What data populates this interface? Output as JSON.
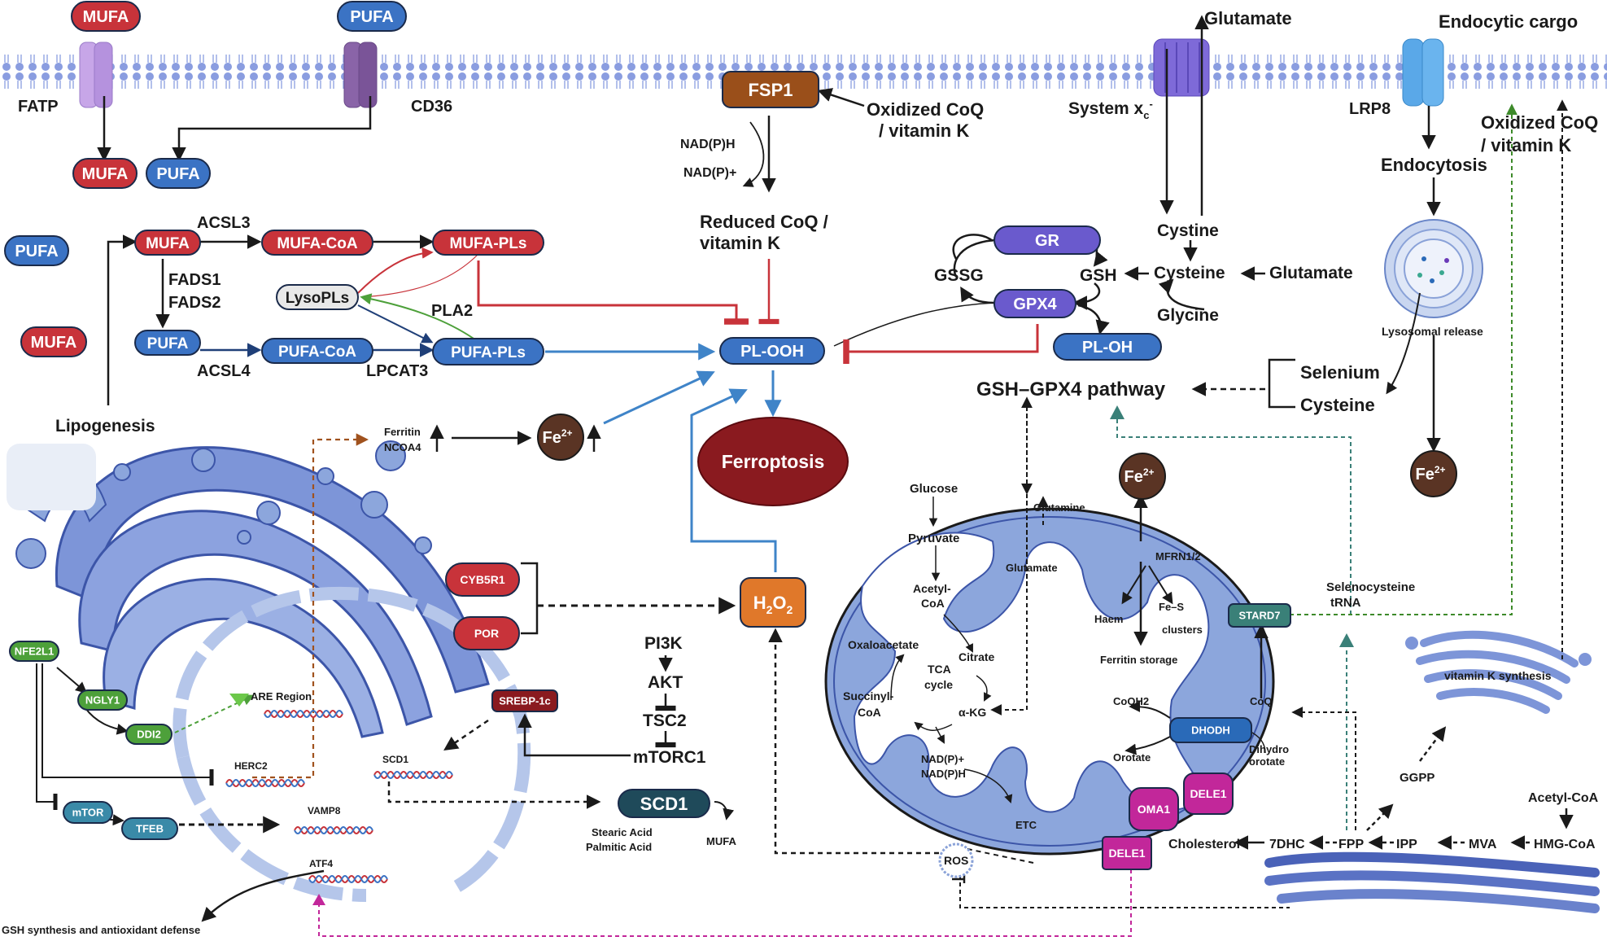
{
  "membrane": {
    "mufa_top": "MUFA",
    "pufa_top": "PUFA",
    "fatp": "FATP",
    "cd36": "CD36",
    "mufa_in": "MUFA",
    "pufa_in": "PUFA",
    "fsp1": "FSP1",
    "nadph": "NAD(P)H",
    "nadp": "NAD(P)+",
    "oxidized_coq_1": "Oxidized  CoQ",
    "oxidized_coq_2": "/ vitamin K",
    "reduced_coq_1": "Reduced  CoQ /",
    "reduced_coq_2": "vitamin K",
    "glutamate_top": "Glutamate",
    "system_xc": "System  x",
    "system_xc_sub": "c",
    "system_xc_sup": "-",
    "endocytic_cargo": "Endocytic cargo",
    "lrp8": "LRP8",
    "oxidized_coq_r1": "Oxidized  CoQ",
    "oxidized_coq_r2": "/ vitamin K",
    "endocytosis": "Endocytosis"
  },
  "lipids": {
    "pufa_free": "PUFA",
    "mufa_free": "MUFA",
    "mufa": "MUFA",
    "acsl3": "ACSL3",
    "mufa_coa": "MUFA-CoA",
    "mufa_pls": "MUFA-PLs",
    "fads1": "FADS1",
    "fads2": "FADS2",
    "lysopls": "LysoPLs",
    "pla2": "PLA2",
    "pufa": "PUFA",
    "acsl4": "ACSL4",
    "pufa_coa": "PUFA-CoA",
    "lpcat3": "LPCAT3",
    "pufa_pls": "PUFA-PLs",
    "lipogenesis": "Lipogenesis"
  },
  "core": {
    "pl_ooh": "PL-OOH",
    "ferroptosis": "Ferroptosis",
    "ferritin": "Ferritin",
    "ncoa4": "NCOA4",
    "fe2_main": "Fe",
    "fe2_sup": "2+",
    "h2o2_h": "H",
    "h2o2_2a": "2",
    "h2o2_o": "O",
    "h2o2_2b": "2"
  },
  "gpx": {
    "gr": "GR",
    "gssg": "GSSG",
    "gsh": "GSH",
    "gpx4": "GPX4",
    "pl_oh": "PL-OH",
    "cystine": "Cystine",
    "cysteine": "Cysteine",
    "glutamate": "Glutamate",
    "glycine": "Glycine",
    "pathway": "GSH–GPX4 pathway",
    "selenium": "Selenium",
    "cysteine2": "Cysteine",
    "lysosomal_release": "Lysosomal release"
  },
  "er": {
    "nfe2l1": "NFE2L1",
    "ngly1": "NGLY1",
    "ddi2": "DDI2",
    "mtor": "mTOR",
    "tfeb": "TFEB",
    "are_region": "ARE Region",
    "herc2": "HERC2",
    "scd1_gene": "SCD1",
    "vamp8": "VAMP8",
    "atf4": "ATF4",
    "gsh_synthesis": "GSH synthesis and antioxidant defense",
    "cyb5r1": "CYB5R1",
    "por": "POR",
    "srebp": "SREBP-1c",
    "pi3k": "PI3K",
    "akt": "AKT",
    "tsc2": "TSC2",
    "mtorc1": "mTORC1",
    "scd1": "SCD1",
    "stearic": "Stearic Acid",
    "palmitic": "Palmitic Acid",
    "mufa_out": "MUFA"
  },
  "mito": {
    "glucose": "Glucose",
    "pyruvate": "Pyruvate",
    "acetyl_coa_1": "Acetyl-",
    "acetyl_coa_2": "CoA",
    "oxaloacetate": "Oxaloacetate",
    "citrate": "Citrate",
    "tca_1": "TCA",
    "tca_2": "cycle",
    "succinyl_1": "Succinyl-",
    "succinyl_2": "CoA",
    "akg": "α-KG",
    "nadp_plus": "NAD(P)+",
    "nadph": "NAD(P)H",
    "glutamine": "Glutamine",
    "glutamate": "Glutamate",
    "mfrn": "MFRN1/2",
    "haem": "Haem",
    "fes_1": "Fe–S",
    "fes_2": "clusters",
    "ferritin_storage": "Ferritin  storage",
    "coqh2": "CoQH2",
    "dhodh": "DHODH",
    "coq": "CoQ",
    "orotate": "Orotate",
    "dihydro_1": "Dihydro",
    "dihydro_2": "orotate",
    "oma1": "OMA1",
    "dele1_a": "DELE1",
    "dele1_b": "DELE1",
    "etc": "ETC",
    "ros": "ROS",
    "stard7": "STARD7",
    "seleno_1": "Selenocysteine",
    "seleno_2": "tRNA"
  },
  "mva": {
    "vitk_synthesis": "vitamin K  synthesis",
    "ggpp": "GGPP",
    "acetyl_coa": "Acetyl-CoA",
    "cholesterol": "Cholesterol",
    "dhc": "7DHC",
    "fpp": "FPP",
    "ipp": "IPP",
    "mva": "MVA",
    "hmg": "HMG-CoA"
  },
  "colors": {
    "red_pill": "#c8333a",
    "blue_pill": "#3b73c4",
    "dark_pill": "#1f3f78",
    "purple": "#6a5acd",
    "green": "#4da03a",
    "fsp1": "#9a4f1a",
    "h2o2": "#e0782a",
    "ferroptosis": "#8a1a1f",
    "fe": "#5a3424",
    "organelle": "#8ca6dc",
    "organelle_dark": "#4a62b8",
    "magenta": "#c2279a",
    "teal": "#3a8078"
  }
}
